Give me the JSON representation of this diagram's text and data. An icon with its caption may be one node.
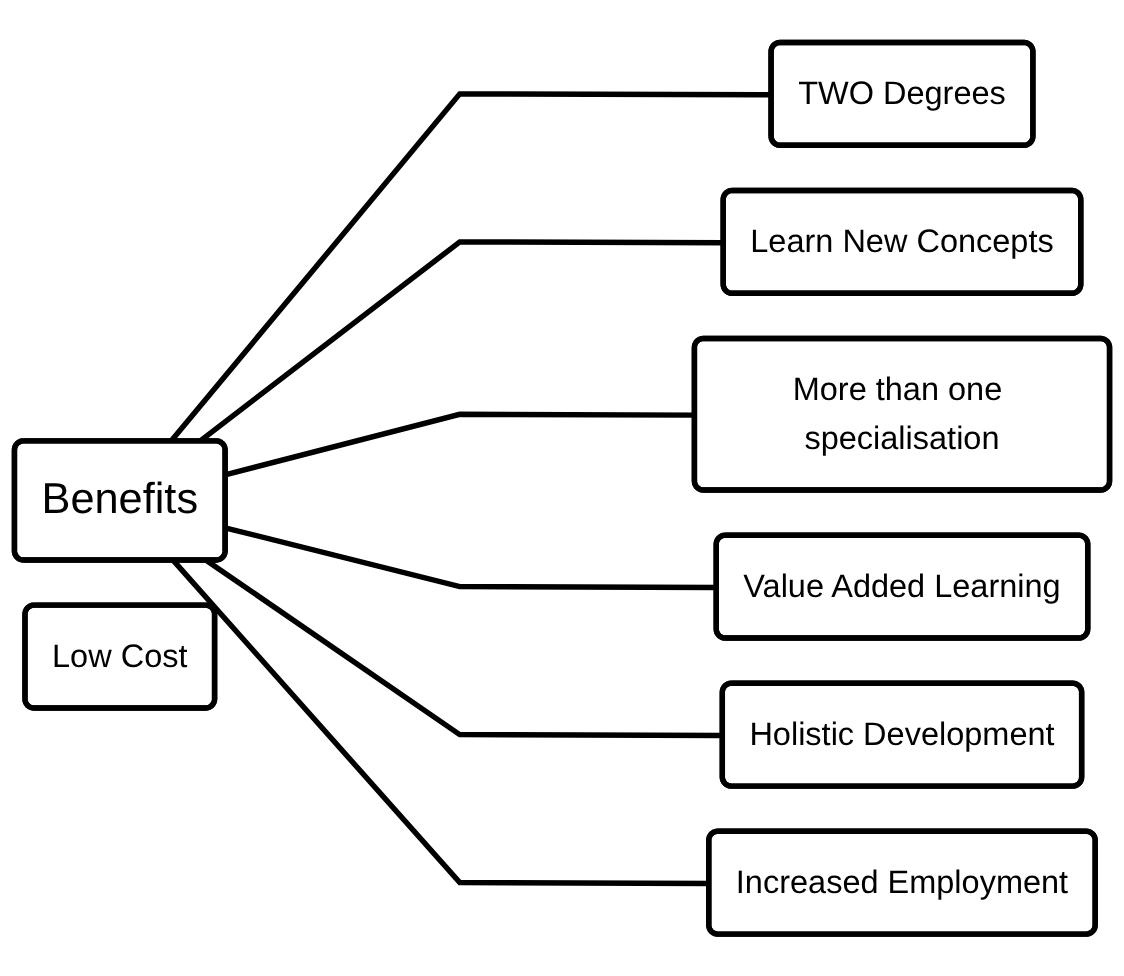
{
  "diagram": {
    "nodes": [
      {
        "text": [
          "Benefits"
        ]
      },
      {
        "text": [
          "TWO Degrees"
        ]
      },
      {
        "text": [
          "Learn New Concepts"
        ]
      },
      {
        "text": [
          "More than one specialisation"
        ]
      },
      {
        "text": [
          "Value Added Learning"
        ]
      },
      {
        "text": [
          "Holistic Development"
        ]
      },
      {
        "text": [
          "Low Cost"
        ]
      },
      {
        "text": [
          "Increased Employment"
        ]
      }
    ],
    "edges": [
      {
        "from": 0,
        "to": 1,
        "arrow": "none"
      },
      {
        "from": 0,
        "to": 2,
        "arrow": "none"
      },
      {
        "from": 0,
        "to": 3,
        "arrow": "none"
      },
      {
        "from": 0,
        "to": 4,
        "arrow": "none"
      },
      {
        "from": 0,
        "to": 5,
        "arrow": "none"
      },
      {
        "from": 0,
        "to": 7,
        "arrow": "none"
      }
    ]
  }
}
